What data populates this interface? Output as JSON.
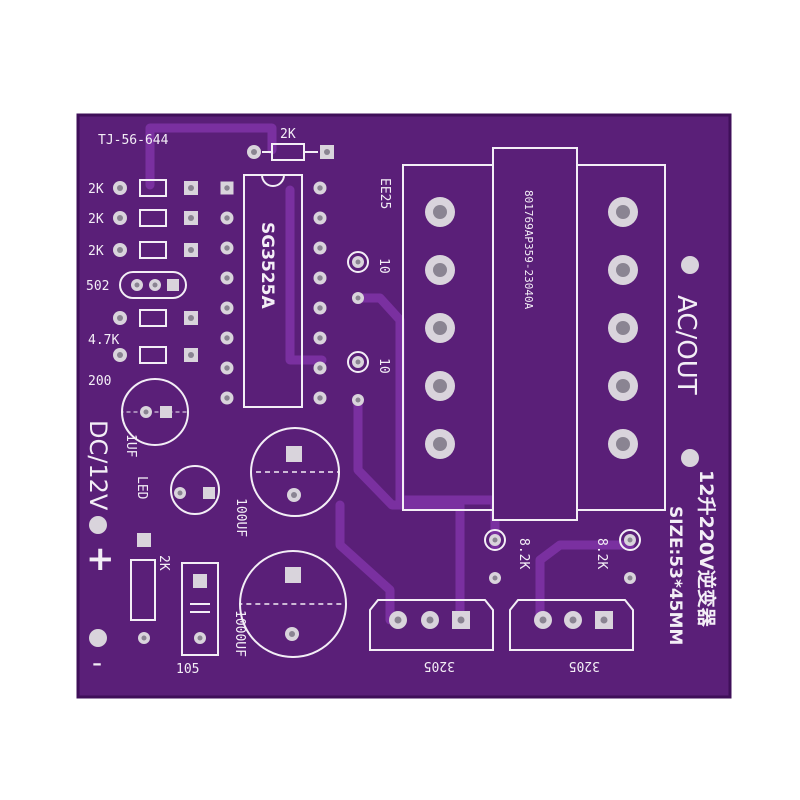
{
  "board": {
    "colors": {
      "pcb": "#5a1f78",
      "pcb_edge": "#3f0f59",
      "trace": "#6e2a92",
      "silk": "#f3eef6",
      "pad": "#d9d4dc",
      "hole": "#8a8492"
    },
    "labels": {
      "board_id": "TJ-56-644",
      "r_top": "2K",
      "r1": "2K",
      "r2": "2K",
      "r3": "2K",
      "pot": "502",
      "r4": "4.7K",
      "r5": "200",
      "ic": "SG3525A",
      "transformer_core": "EE25",
      "transformer_part": "801769AP359-23040A",
      "r_gate1": "10",
      "r_gate2": "10",
      "c_1uf": "1UF",
      "led": "LED",
      "c_100uf": "100UF",
      "c_1000uf": "1000UF",
      "c_105": "105",
      "dc_in": "DC/12V",
      "plus": "+",
      "minus": "-",
      "r_led": "2K",
      "ac_out": "AC/OUT",
      "title": "12升220V逆变器",
      "size": "SIZE:53*45MM",
      "r_82k_1": "8.2K",
      "r_82k_2": "8.2K",
      "mos1": "3205",
      "mos2": "3205"
    }
  }
}
